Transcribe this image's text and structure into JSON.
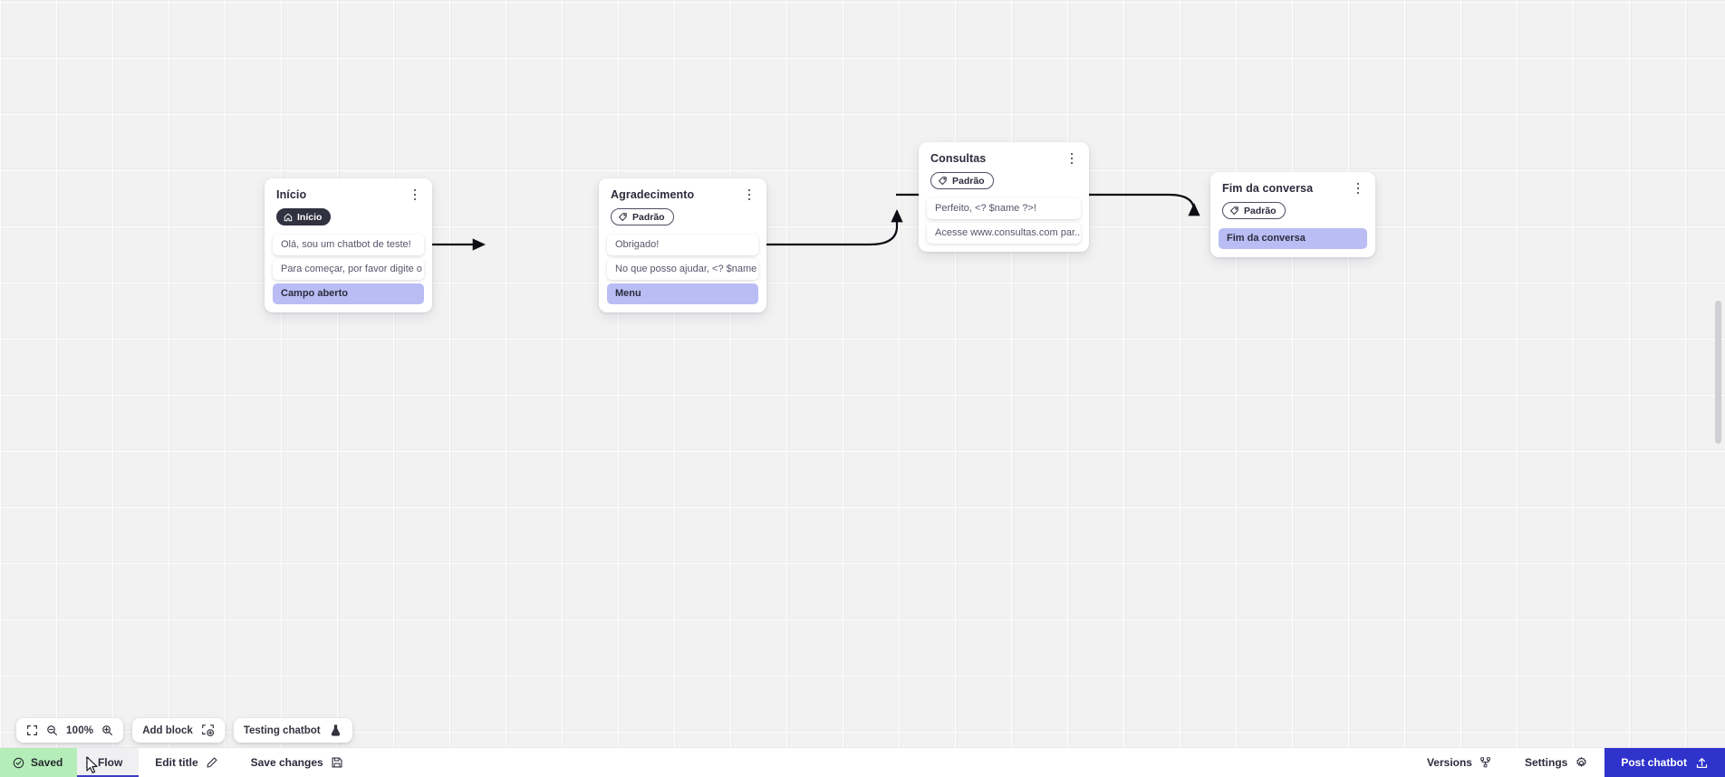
{
  "canvas": {
    "zoom_level": "100%",
    "nodes": [
      {
        "id": "inicio",
        "title": "Início",
        "tag": {
          "label": "Início",
          "icon": "home-icon",
          "style": "dark"
        },
        "rows": [
          {
            "text": "Olá, sou um chatbot de teste!",
            "accent": false
          },
          {
            "text": "Para começar, por favor digite o ...",
            "accent": false
          },
          {
            "text": "Campo aberto",
            "accent": true
          }
        ]
      },
      {
        "id": "agradecimento",
        "title": "Agradecimento",
        "tag": {
          "label": "Padrão",
          "icon": "tag-icon",
          "style": "outline"
        },
        "rows": [
          {
            "text": "Obrigado!",
            "accent": false
          },
          {
            "text": "No que posso ajudar, <? $name ...",
            "accent": false
          },
          {
            "text": "Menu",
            "accent": true
          }
        ]
      },
      {
        "id": "consultas",
        "title": "Consultas",
        "tag": {
          "label": "Padrão",
          "icon": "tag-icon",
          "style": "outline"
        },
        "rows": [
          {
            "text": "Perfeito, <? $name ?>!",
            "accent": false
          },
          {
            "text": "Acesse www.consultas.com par...",
            "accent": false
          }
        ]
      },
      {
        "id": "fim-da-conversa",
        "title": "Fim da conversa",
        "tag": {
          "label": "Padrão",
          "icon": "tag-icon",
          "style": "outline"
        },
        "rows": [
          {
            "text": "Fim da conversa",
            "accent": true
          }
        ]
      }
    ]
  },
  "toolbar": {
    "fit_icon": "fit-screen-icon",
    "zoom_out_icon": "zoom-out-icon",
    "zoom_in_icon": "zoom-in-icon",
    "zoom_level": "100%",
    "add_block_label": "Add block",
    "add_block_icon": "add-block-icon",
    "testing_label": "Testing chatbot",
    "testing_icon": "flask-icon"
  },
  "bottom_bar": {
    "saved_label": "Saved",
    "saved_icon": "check-circle-icon",
    "saved_color": "#b5edb8",
    "flow_label": "Flow",
    "flow_menu_icon": "kebab-menu-icon",
    "edit_title_label": "Edit title",
    "edit_title_icon": "pencil-icon",
    "save_changes_label": "Save changes",
    "save_changes_icon": "floppy-disk-icon",
    "versions_label": "Versions",
    "versions_icon": "branch-icon",
    "settings_label": "Settings",
    "settings_icon": "gear-icon",
    "post_label": "Post chatbot",
    "post_icon": "upload-icon",
    "post_color": "#2f33cc"
  }
}
